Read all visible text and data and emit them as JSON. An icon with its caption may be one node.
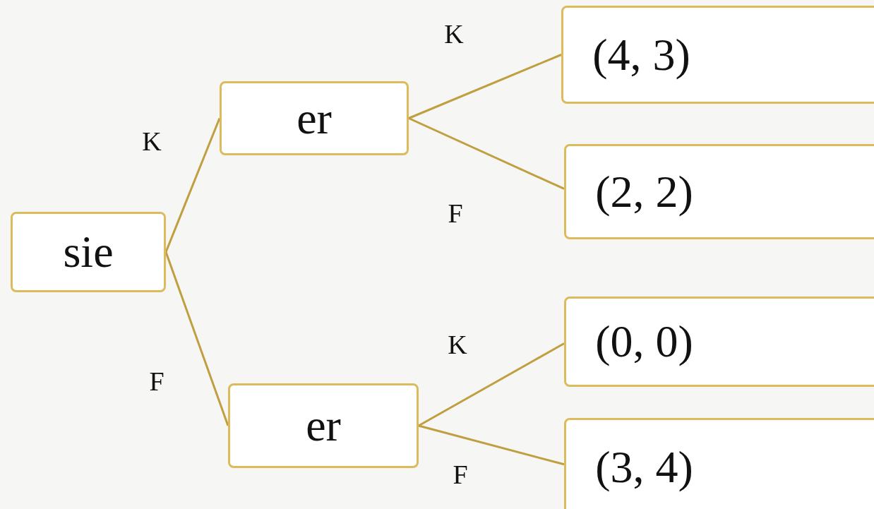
{
  "diagram": {
    "nodes": [
      {
        "text": [
          "sie"
        ]
      },
      {
        "text": [
          "er"
        ]
      },
      {
        "text": [
          "er"
        ]
      },
      {
        "text": [
          "(4, 3)"
        ]
      },
      {
        "text": [
          "(2, 2)"
        ]
      },
      {
        "text": [
          "(0, 0)"
        ]
      },
      {
        "text": [
          "(3, 4)"
        ]
      }
    ],
    "edges": [
      {
        "from": 0,
        "to": 1,
        "arrow": "none",
        "label": "K"
      },
      {
        "from": 0,
        "to": 2,
        "arrow": "none",
        "label": "F"
      },
      {
        "from": 1,
        "to": 3,
        "arrow": "none",
        "label": "K"
      },
      {
        "from": 1,
        "to": 4,
        "arrow": "none",
        "label": "F"
      },
      {
        "from": 2,
        "to": 5,
        "arrow": "none",
        "label": "K"
      },
      {
        "from": 2,
        "to": 6,
        "arrow": "none",
        "label": "F"
      }
    ]
  }
}
